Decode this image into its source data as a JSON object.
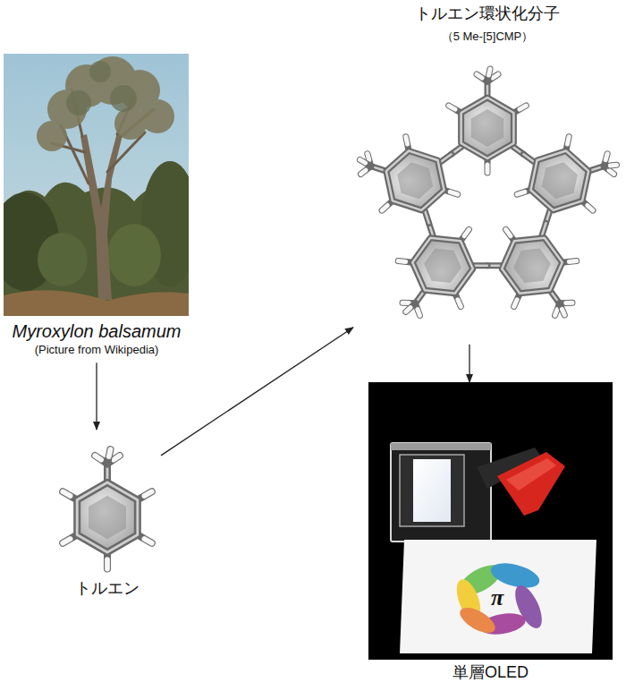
{
  "diagram": {
    "nodes": [
      {
        "text": [
          "Myroxylon balsamum",
          "(Picture from Wikipedia)"
        ]
      },
      {
        "text": [
          "トルエン"
        ]
      },
      {
        "text": [
          "トルエン環状化分子",
          "（5 Me-[5]CMP）"
        ]
      },
      {
        "text": [
          "単層OLED"
        ]
      }
    ],
    "edges": [
      {
        "from": 0,
        "to": 1,
        "arrow": "to"
      },
      {
        "from": 1,
        "to": 2,
        "arrow": "to"
      },
      {
        "from": 2,
        "to": 3,
        "arrow": "to"
      }
    ],
    "labels": [
      "π"
    ]
  }
}
